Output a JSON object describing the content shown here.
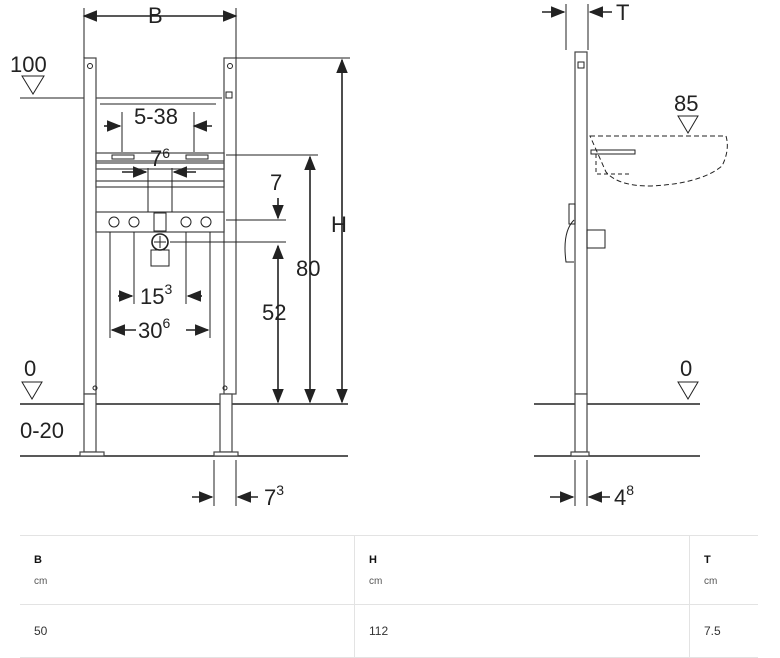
{
  "front_view": {
    "labels": {
      "width": "B",
      "height": "H",
      "level_top": "100",
      "level_zero": "0",
      "floor_range": "0-20",
      "tap_spacing": "5-38",
      "dim_7_6_base": "7",
      "dim_7_6_sup": "6",
      "dim_7": "7",
      "dim_80": "80",
      "dim_52": "52",
      "dim_15_3_base": "15",
      "dim_15_3_sup": "3",
      "dim_30_6_base": "30",
      "dim_30_6_sup": "6",
      "dim_7_3_base": "7",
      "dim_7_3_sup": "3"
    }
  },
  "side_view": {
    "labels": {
      "depth": "T",
      "level_basin": "85",
      "level_zero": "0",
      "dim_4_8_base": "4",
      "dim_4_8_sup": "8"
    }
  },
  "table": {
    "columns": [
      {
        "name": "B",
        "unit": "cm",
        "value": "50"
      },
      {
        "name": "H",
        "unit": "cm",
        "value": "112"
      },
      {
        "name": "T",
        "unit": "cm",
        "value": "7.5"
      }
    ]
  }
}
